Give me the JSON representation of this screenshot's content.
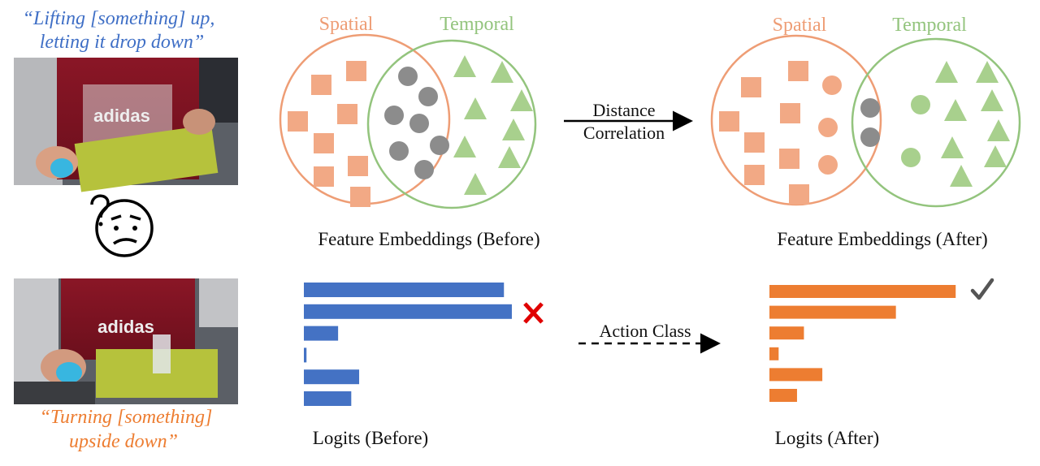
{
  "top_caption": [
    "“Lifting [something] up,",
    "letting it drop down”"
  ],
  "bottom_caption": [
    "“Turning [something]",
    "upside down”"
  ],
  "colors": {
    "blue_text": "#3f6fc6",
    "orange_text": "#ed7d31",
    "spatial": "#f2a985",
    "spatial_circle": "#ee9d75",
    "temporal": "#a8d08d",
    "temporal_circle": "#93c47d",
    "gray_dot": "#8c8c8c",
    "bar_before": "#4472c4",
    "bar_after": "#ed7d31",
    "cross": "#e00000",
    "check": "#555555"
  },
  "icons": {
    "confused_face": "confused-face-icon",
    "cross": "cross-icon",
    "check": "check-icon",
    "solid_arrow": "solid-arrow-icon",
    "dashed_arrow": "dashed-arrow-icon"
  },
  "venn_before": {
    "spatial_label": "Spatial",
    "temporal_label": "Temporal",
    "caption": "Feature Embeddings (Before)"
  },
  "venn_after": {
    "spatial_label": "Spatial",
    "temporal_label": "Temporal",
    "caption": "Feature Embeddings (After)"
  },
  "arrow_top": [
    "Distance",
    "Correlation"
  ],
  "arrow_bottom": "Action Class",
  "logits_before": {
    "caption": "Logits (Before)",
    "values": [
      0.76,
      0.79,
      0.13,
      0.01,
      0.21,
      0.18
    ],
    "marker": "cross"
  },
  "logits_after": {
    "caption": "Logits (After)",
    "values": [
      0.81,
      0.55,
      0.15,
      0.04,
      0.23,
      0.12
    ],
    "marker": "check"
  }
}
